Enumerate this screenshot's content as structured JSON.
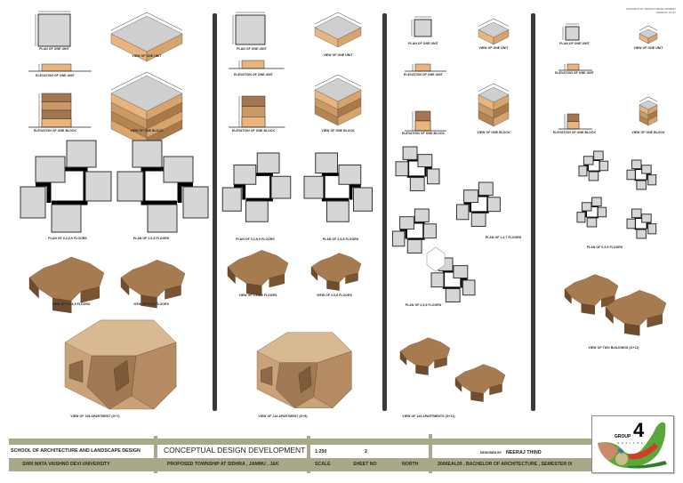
{
  "header_note": [
    "CONCEPTUAL DESIGN DEVELOPMENT",
    "GRAPHIC PLOT"
  ],
  "columns": [
    {
      "captions": [
        "PLAN OF ONE UNIT",
        "VIEW OF ONE UNIT",
        "ELEVATION OF ONE UNIT",
        "ELEVATION OF ONE BLOCK",
        "VIEW OF ONE BLOCK",
        "PLAN OF 0,3,6,9 FLOORS",
        "PLAN OF 2,5,8 FLOORS",
        "VIEW OF 0,3,6,9 FLOORS",
        "VIEW OF 2,5,8 FLOORS",
        "VIEW OF 108 APARTMENT (G+7)"
      ]
    },
    {
      "captions": [
        "PLAN OF ONE UNIT",
        "VIEW OF ONE UNIT",
        "ELEVATION OF ONE UNIT",
        "ELEVATION OF ONE BLOCK",
        "VIEW OF ONE BLOCK",
        "PLAN OF 0,3,6,9 FLOORS",
        "PLAN OF 2,5,8 FLOORS",
        "VIEW OF 0,3,6,9 FLOORS",
        "VIEW OF 2,5,8 FLOORS",
        "VIEW OF 144 APARTMENT (G+8)"
      ]
    },
    {
      "captions": [
        "PLAN OF ONE UNIT",
        "VIEW OF ONE UNIT",
        "ELEVATION OF ONE UNIT",
        "ELEVATION OF ONE BLOCK",
        "VIEW OF ONE BLOCK",
        "PLAN OF 1,4,7 FLOORS",
        "PLAN OF 2,5,8 FLOORS",
        "VIEW OF 144 APARTMENTS (G+11)"
      ]
    },
    {
      "captions": [
        "PLAN OF ONE UNIT",
        "VIEW OF ONE UNIT",
        "ELEVATION OF ONE UNIT",
        "ELEVATION OF ONE BLOCK",
        "VIEW OF ONE BLOCK",
        "PLAN OF 0,3,6 FLOORS",
        "VIEW OF TWO BUILDINGS (G+11)"
      ]
    }
  ],
  "title_block": {
    "school": "SCHOOL OF ARCHITECTURE AND LANDSCAPE DESIGN",
    "university": "SHRI MATA VAISHNO DEVI UNIVERSITY",
    "title": "CONCEPTUAL DESIGN DEVELOPMENT",
    "project": "PROPOSED TOWNSHIP AT SIDHRA , JAMMU , J&K",
    "scale_value": "1:250",
    "scale_label": "SCALE",
    "sheet_no_value": "2",
    "sheet_no_label": "SHEET NO",
    "north_label": "NORTH",
    "designed_by_label": "DESIGNED BY",
    "designer": "NEERAJ THIND",
    "course": "2006EAL09 , BACHELOR OF ARCHITECTURE , SEMESTER IX"
  },
  "logo": {
    "group_label": "GROUP",
    "group_number": "4",
    "subtitle": "ASTITVA"
  },
  "colors": {
    "tan": "#e9b57c",
    "mass": "#b88a5c",
    "plan_grey": "#d6d6d6",
    "title_band": "#a9a98a",
    "divider": "#3a3a3a"
  }
}
